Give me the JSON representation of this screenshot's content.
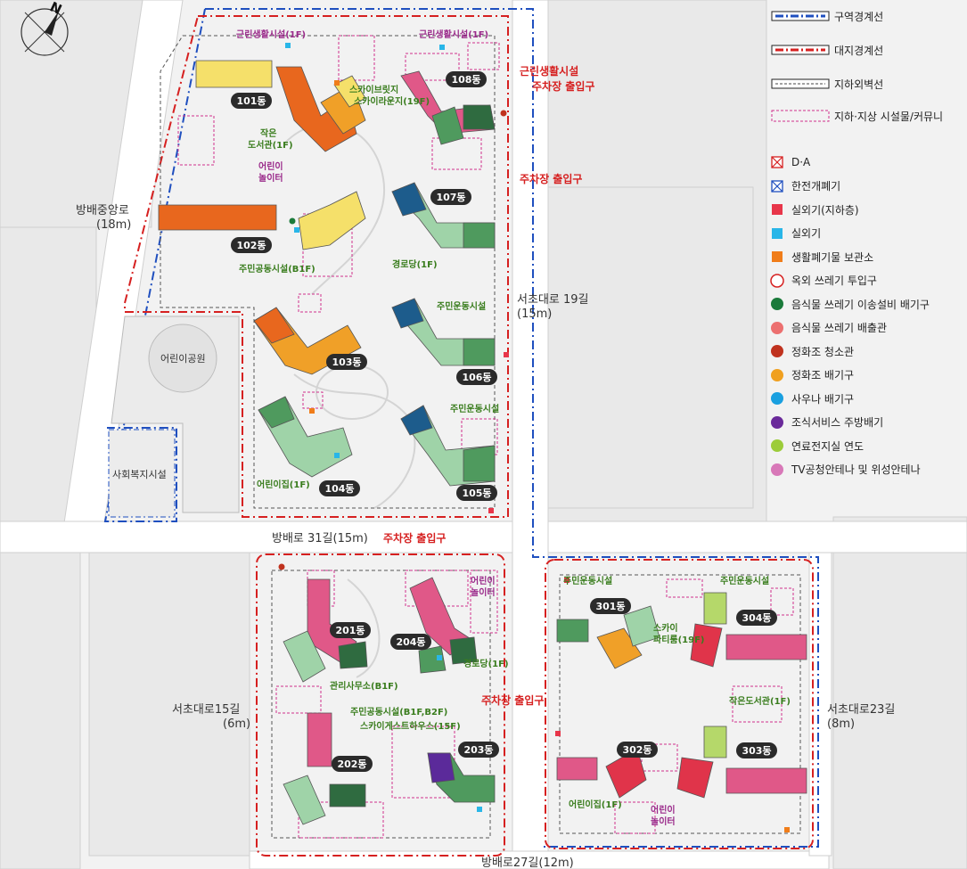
{
  "compass": {
    "north": "N"
  },
  "roads": {
    "west_name": "방배중앙로",
    "west_width": "(18m)",
    "east_upper_name": "서초대로 19길",
    "east_upper_width": "(15m)",
    "middle": "방배로 31길(15m)",
    "south_west_name": "서초대로15길",
    "south_west_width": "(6m)",
    "south_east_name": "서초대로23길",
    "south_east_width": "(8m)",
    "bottom": "방배로27길(12m)"
  },
  "zones": {
    "park": "어린이공원",
    "welfare": "사회복지시설"
  },
  "entrances": {
    "north_line1": "근린생활시설",
    "north_line2": "주차장 출입구",
    "east": "주차장 출입구",
    "middle": "주차장 출입구",
    "south": "주차장 출입구"
  },
  "facilities": {
    "retail_nw": "근린생활시설(1F)",
    "retail_ne": "근린생활시설(1F)",
    "skybridge_1": "스카이브릿지",
    "skybridge_2": "스카이라운지(19F)",
    "library_1": "작은",
    "library_2": "도서관(1F)",
    "playground_1": "어린이",
    "playground_2": "놀이터",
    "community_b1": "주민공동시설(B1F)",
    "senior_1": "경로당(1F)",
    "sports_1": "주민운동시설",
    "sports_2": "주민운동시설",
    "daycare_1": "어린이집(1F)",
    "playground2_1": "어린이",
    "playground2_2": "놀이터",
    "senior_2": "경로당(1F)",
    "mgmt": "관리사무소(B1F)",
    "community_b1b2": "주민공동시설(B1F,B2F)",
    "guesthouse": "스카이게스트하우스(15F)",
    "sports_3": "주민운동시설",
    "sports_4": "주민운동시설",
    "partyroom_1": "스카이",
    "partyroom_2": "파티룸(19F)",
    "library3": "작은도서관(1F)",
    "daycare_3": "어린이집(1F)",
    "playground3_1": "어린이",
    "playground3_2": "놀이터"
  },
  "buildings": [
    {
      "id": "101",
      "label": "101동"
    },
    {
      "id": "102",
      "label": "102동"
    },
    {
      "id": "103",
      "label": "103동"
    },
    {
      "id": "104",
      "label": "104동"
    },
    {
      "id": "105",
      "label": "105동"
    },
    {
      "id": "106",
      "label": "106동"
    },
    {
      "id": "107",
      "label": "107동"
    },
    {
      "id": "108",
      "label": "108동"
    },
    {
      "id": "201",
      "label": "201동"
    },
    {
      "id": "202",
      "label": "202동"
    },
    {
      "id": "203",
      "label": "203동"
    },
    {
      "id": "204",
      "label": "204동"
    },
    {
      "id": "301",
      "label": "301동"
    },
    {
      "id": "302",
      "label": "302동"
    },
    {
      "id": "303",
      "label": "303동"
    },
    {
      "id": "304",
      "label": "304동"
    }
  ],
  "legend": {
    "lines": [
      {
        "key": "district",
        "label": "구역경계선",
        "color": "#1f4fbf"
      },
      {
        "key": "site",
        "label": "대지경계선",
        "color": "#d62020"
      },
      {
        "key": "underground",
        "label": "지하외벽선",
        "color": "#444444"
      },
      {
        "key": "community",
        "label": "지하·지상 시설물/커뮤니",
        "color": "#d0308c"
      }
    ],
    "symbols": [
      {
        "key": "da",
        "label": "D·A",
        "color": "#d62020",
        "shape": "xbox"
      },
      {
        "key": "kepco",
        "label": "한전개폐기",
        "color": "#1f4fbf",
        "shape": "xbox"
      },
      {
        "key": "outdoor_b1",
        "label": "실외기(지하층)",
        "color": "#e8364a",
        "shape": "square"
      },
      {
        "key": "outdoor",
        "label": "실외기",
        "color": "#29b6e8",
        "shape": "square"
      },
      {
        "key": "waste",
        "label": "생활폐기물 보관소",
        "color": "#f07d1a",
        "shape": "square"
      },
      {
        "key": "trash_in",
        "label": "옥외 쓰레기 투입구",
        "color": "#d62020",
        "shape": "ring"
      },
      {
        "key": "food_transfer",
        "label": "음식물 쓰레기 이송설비 배기구",
        "color": "#1a7a3a",
        "shape": "dot"
      },
      {
        "key": "food_outlet",
        "label": "음식물 쓰레기 배출관",
        "color": "#ec7070",
        "shape": "dot"
      },
      {
        "key": "septic_clean",
        "label": "정화조 청소관",
        "color": "#c0321e",
        "shape": "dot"
      },
      {
        "key": "septic_vent",
        "label": "정화조 배기구",
        "color": "#f0a020",
        "shape": "dot"
      },
      {
        "key": "sauna",
        "label": "사우나 배기구",
        "color": "#1aa0e0",
        "shape": "dot"
      },
      {
        "key": "kitchen",
        "label": "조식서비스 주방배기",
        "color": "#6a2a9a",
        "shape": "dot"
      },
      {
        "key": "fuel",
        "label": "연료전지실 연도",
        "color": "#9ccc3a",
        "shape": "dot"
      },
      {
        "key": "antenna",
        "label": "TV공청안테나 및 위성안테나",
        "color": "#d878b8",
        "shape": "dot"
      }
    ]
  },
  "colors": {
    "yellow": "#f5e06a",
    "orange": "#f0a028",
    "deep_orange": "#e8671e",
    "green_light": "#9fd3a8",
    "green_mid": "#4f9a5e",
    "green_dark": "#2f6b40",
    "navy": "#1d5c8c",
    "pink": "#e05888",
    "pink_light": "#f08fb0",
    "red_bldg": "#e0344a",
    "lime": "#b5d86a"
  }
}
